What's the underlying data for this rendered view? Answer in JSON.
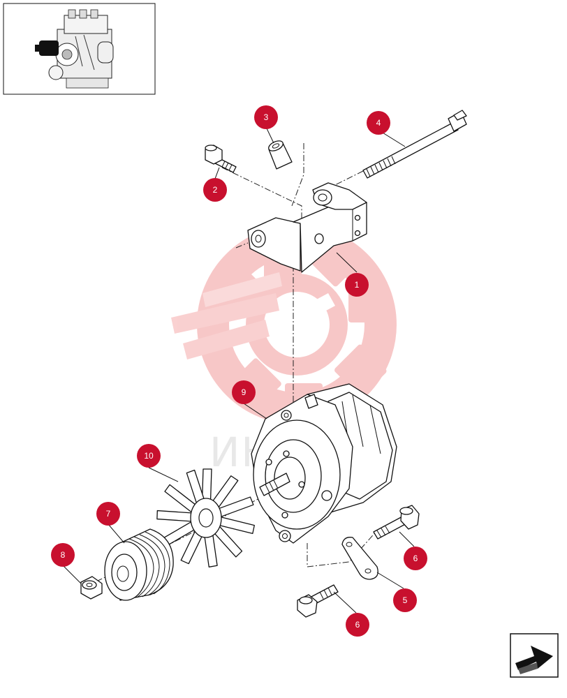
{
  "diagram": {
    "watermark_text": "ИНТЕХ",
    "colors": {
      "callout": "#c8102e",
      "watermark": "#f6b8b8",
      "line": "#111111"
    },
    "callouts": [
      {
        "id": "c1",
        "label": "1"
      },
      {
        "id": "c2",
        "label": "2"
      },
      {
        "id": "c3",
        "label": "3"
      },
      {
        "id": "c4",
        "label": "4"
      },
      {
        "id": "c5",
        "label": "5"
      },
      {
        "id": "c6a",
        "label": "6"
      },
      {
        "id": "c6b",
        "label": "6"
      },
      {
        "id": "c7",
        "label": "7"
      },
      {
        "id": "c8",
        "label": "8"
      },
      {
        "id": "c9",
        "label": "9"
      },
      {
        "id": "c10",
        "label": "10"
      }
    ],
    "icons": {
      "thumbnail": "engine-thumbnail-icon",
      "next": "next-page-arrow-icon"
    }
  }
}
